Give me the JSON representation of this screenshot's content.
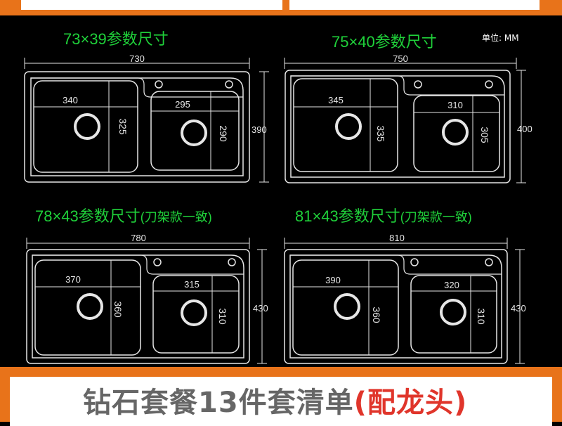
{
  "units_label": "单位: MM",
  "footer": {
    "main": "钻石套餐13件套清单",
    "accent": "(配龙头)"
  },
  "sinks": [
    {
      "title": "73×39参数尺寸",
      "width": "730",
      "height": "390",
      "left_w": "340",
      "left_h": "325",
      "right_w": "295",
      "right_h": "290"
    },
    {
      "title": "75×40参数尺寸",
      "width": "750",
      "height": "400",
      "left_w": "345",
      "left_h": "335",
      "right_w": "310",
      "right_h": "305"
    },
    {
      "title": "78×43参数尺寸",
      "title_note": "(刀架款一致)",
      "width": "780",
      "height": "430",
      "left_w": "370",
      "left_h": "360",
      "right_w": "315",
      "right_h": "310"
    },
    {
      "title": "81×43参数尺寸",
      "title_note": "(刀架款一致)",
      "width": "810",
      "height": "430",
      "left_w": "390",
      "left_h": "360",
      "right_w": "320",
      "right_h": "310"
    }
  ]
}
